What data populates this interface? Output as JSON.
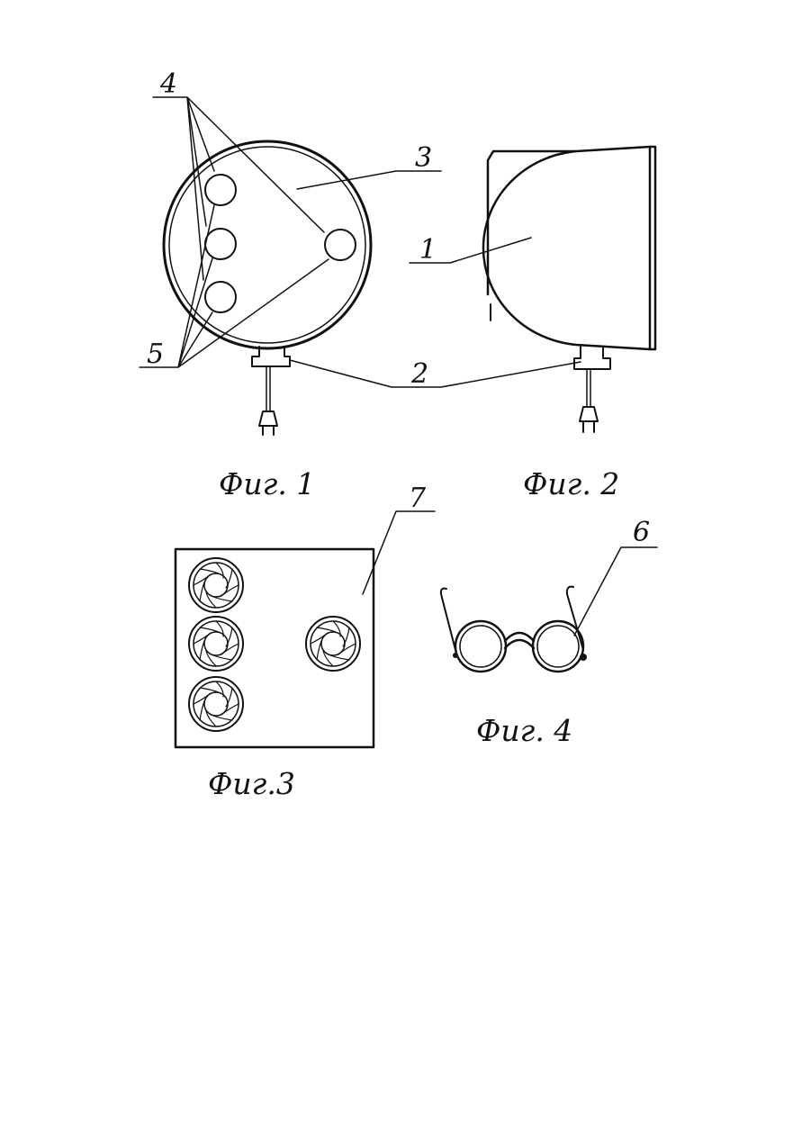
{
  "figures": {
    "fig1": {
      "caption": "Фиг. 1",
      "labels": {
        "l4": "4",
        "l3": "3",
        "l5": "5",
        "l2": "2"
      }
    },
    "fig2": {
      "caption": "Фиг. 2",
      "labels": {
        "l1": "1"
      }
    },
    "fig3": {
      "caption": "Фиг.3",
      "labels": {
        "l7": "7"
      }
    },
    "fig4": {
      "caption": "Фиг. 4",
      "labels": {
        "l6": "6"
      }
    }
  }
}
